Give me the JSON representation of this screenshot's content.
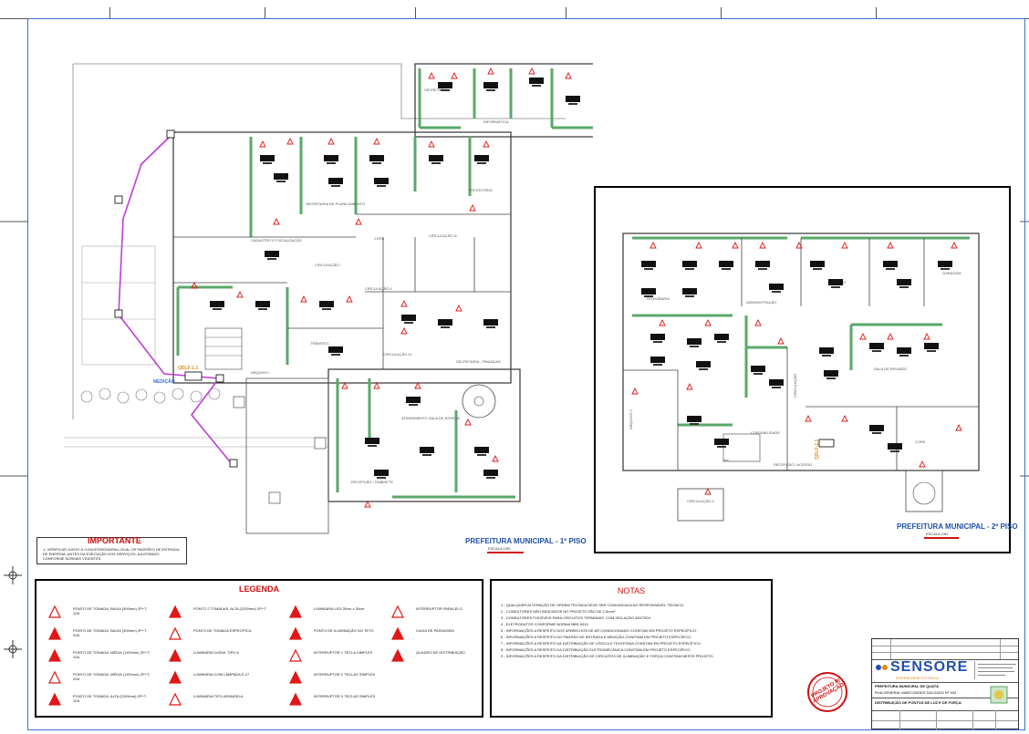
{
  "plan": {
    "floor1_title": "PREFEITURA MUNICIPAL - 1º PISO",
    "floor1_scale": "ESCALA 1/50",
    "floor2_title": "PREFEITURA MUNICIPAL - 2º PISO",
    "floor2_scale": "ESCALA 1/50",
    "rooms_floor1": [
      "INFORMÁTICA",
      "SECRETARIA",
      "ESCRITÓRIO",
      "SECRETARIA DE PLANEJAMENTO",
      "CIRCULAÇÃO I",
      "CIRCULAÇÃO II",
      "CIRCULAÇÃO III",
      "CADASTRO E FISCALIZAÇÃO",
      "COPA",
      "TRÂNSITO",
      "ARQUIVO I",
      "CIRCULAÇÃO IV",
      "SECRETARIA - FINANÇAS",
      "ATENDIMENTO SALA DE ESPERA",
      "RECEPÇÃO / GABINETE",
      "MEDIÇÃO"
    ],
    "rooms_floor2": [
      "TESOURARIA",
      "ADMINISTRAÇÃO",
      "JURÍDICO",
      "SALA DE REUNIÃO",
      "CIRCULAÇÃO",
      "CONTABILIDADE",
      "ARQUIVO 2",
      "WC",
      "RECEPÇÃO / ACESSO",
      "CIRCULAÇÃO II",
      "COPA",
      "GARAGEM"
    ],
    "panel_labels": [
      "QDLF-1.1",
      "QDLF-2.1"
    ],
    "measure_label": "MEDIÇÃO"
  },
  "important": {
    "title": "IMPORTANTE",
    "text": "1- VERIFICAR JUNTO À CONCESSIONÁRIA LOCAL OS PADRÕES DE ENTRADA DE ENERGIA, ANTES DA EXECUÇÃO DOS SERVIÇOS, AJUSTANDO CONFORME NORMAS VIGENTES."
  },
  "legend": {
    "title": "LEGENDA",
    "items": [
      "PONTO DE TOMADA, BAIXA (300mm) 2P+T, 10A",
      "PONTO DE TOMADA, BAIXA (300mm) 2P+T, 20A",
      "PONTO DE TOMADA, MÉDIA (1100mm) 2P+T, 10A",
      "PONTO DE TOMADA, MÉDIA (1100mm) 2P+T, 20A",
      "PONTO DE TOMADA, ALTA (2200mm) 2P+T, 10A",
      "PONTO 2 TOMADAS, ALTA (2200mm) 2P+T",
      "PONTO DE TOMADA ESPECÍFICA",
      "LUMINÁRIA 2x32W, TIPO A",
      "LUMINÁRIA COM LÂMPADA E-27",
      "LUMINÁRIA TIPO ARANDELA",
      "LUMINÁRIA LED 30cm x 30cm",
      "PONTO DE ILUMINAÇÃO NO TETO",
      "INTERRUPTOR 1 TECLA SIMPLES",
      "INTERRUPTOR 2 TECLAS SIMPLES",
      "INTERRUPTOR 3 TECLAS SIMPLES",
      "INTERRUPTOR PARALELO",
      "CAIXA DE PASSAGEM",
      "QUADRO DE DISTRIBUIÇÃO"
    ]
  },
  "notes": {
    "title": "NOTAS",
    "items": [
      "1 - QUALQUER ALTERAÇÃO DE ORDEM TÉCNICA DEVE SER COMUNICADA AO RESPONSÁVEL TÉCNICO.",
      "2 - CONDUTORES NÃO INDICADOS NO PROJETO SÃO DE 2,5mm².",
      "3 - CONDUTORES FLEXÍVEIS PARA CIRCUITOS TERMINAIS, COM ISOLAÇÃO 450/750V.",
      "4 - ELETRODUTOS CONFORME NORMA NBR-5410.",
      "5 - INFORMAÇÕES A RESPEITO DOS APARELHOS DE AR CONDICIONADO CONSTAM EM PROJETO ESPECÍFICO.",
      "6 - INFORMAÇÕES A RESPEITO DO PADRÃO DE ENTRADA E MEDIÇÃO CONSTAM EM PROJETO ESPECÍFICO.",
      "7 - INFORMAÇÕES A RESPEITO DA DISTRIBUIÇÃO DE LÓGICA E TELEFONIA CONSTAM EM PROJETO ESPECÍFICO.",
      "8 - INFORMAÇÕES A RESPEITO DA DISTRIBUIÇÃO ELETROMECÂNICA CONSTAM EM PROJETO ESPECÍFICO.",
      "9 - INFORMAÇÕES A RESPEITO DA DISTRIBUIÇÃO DE CIRCUITOS DE ILUMINAÇÃO E FORÇA CONSTAM NESTE PROJETO."
    ]
  },
  "title_block": {
    "brand": "SENSORE",
    "brand_sub": "ENGENHARIA ELÉTRICA",
    "client": "PREFEITURA MUNICIPAL DE QUATÁ",
    "address": "RUA GENERAL MARCONDES SALGADO Nº 333",
    "sheet_title": "DISTRIBUIÇÃO DE PONTOS DE LUZ E DE FORÇA",
    "stamp": "PROJETO P/ APROVAÇÃO"
  },
  "colors": {
    "frame": "#3a6fd8",
    "wall": "#5aa86a",
    "symbol": "#e01818",
    "conduit": "#c03cd8",
    "panel": "#e08a1a",
    "title_blue": "#1f4fa8"
  }
}
